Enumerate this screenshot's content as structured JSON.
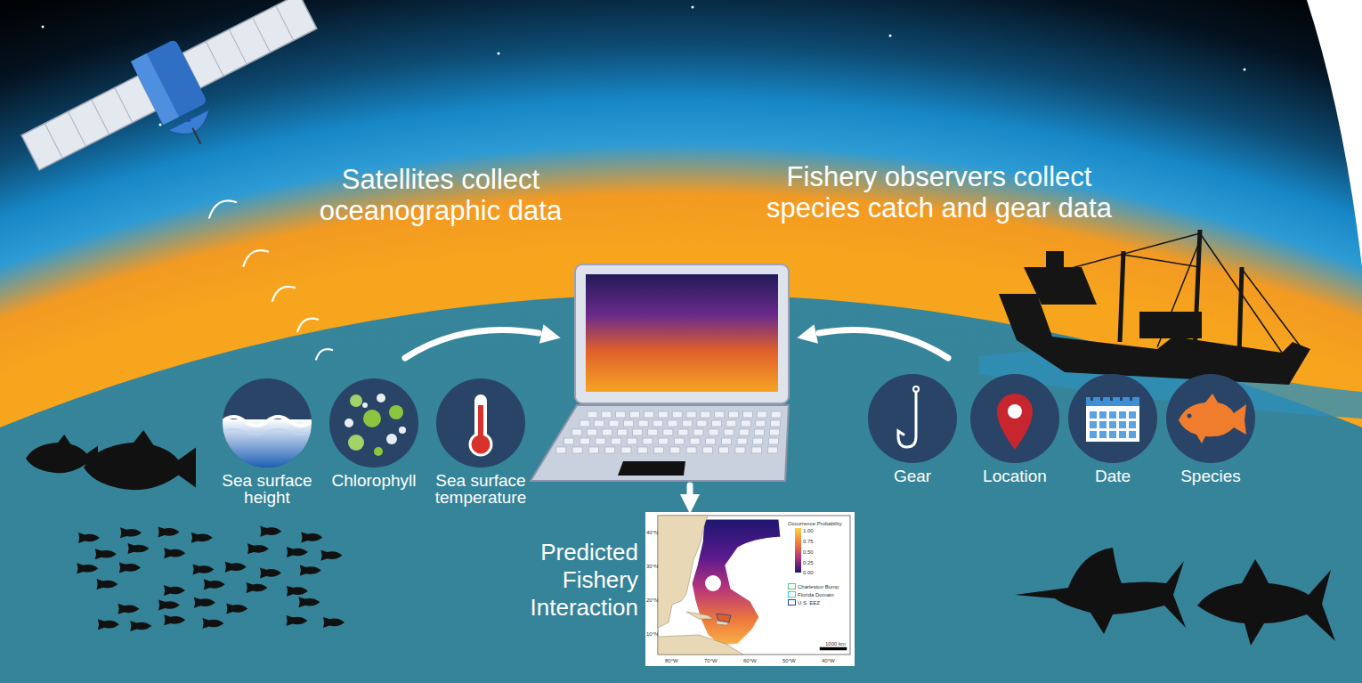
{
  "diagram": {
    "nodes": [
      {
        "text": [
          "Sea surface height"
        ]
      },
      {
        "text": [
          "Chlorophyll"
        ]
      },
      {
        "text": [
          "Sea surface temperature"
        ]
      },
      {
        "text": [
          "Gear"
        ]
      },
      {
        "text": [
          "Location"
        ]
      },
      {
        "text": [
          "Date"
        ]
      },
      {
        "text": [
          "Species"
        ]
      },
      {
        "text": [
          "Predicted Fishery Interaction"
        ]
      }
    ],
    "labels": [
      "Satellites collect oceanographic data",
      "Fishery observers collect species catch and gear data",
      "Occurrence Probability",
      "1.00",
      "0.75",
      "0.50",
      "0.25",
      "0.00",
      "40°N",
      "30°N",
      "20°N",
      "10°N",
      "80°W",
      "70°W",
      "60°W",
      "50°W",
      "40°W",
      "1000 km"
    ],
    "legend": [
      {
        "text": "Charleston Bump",
        "color": "#3fd26a"
      },
      {
        "text": "Florida Domain",
        "color": "#35c8d8"
      },
      {
        "text": "U.S. EEZ",
        "color": "#1f3fa8"
      }
    ]
  }
}
